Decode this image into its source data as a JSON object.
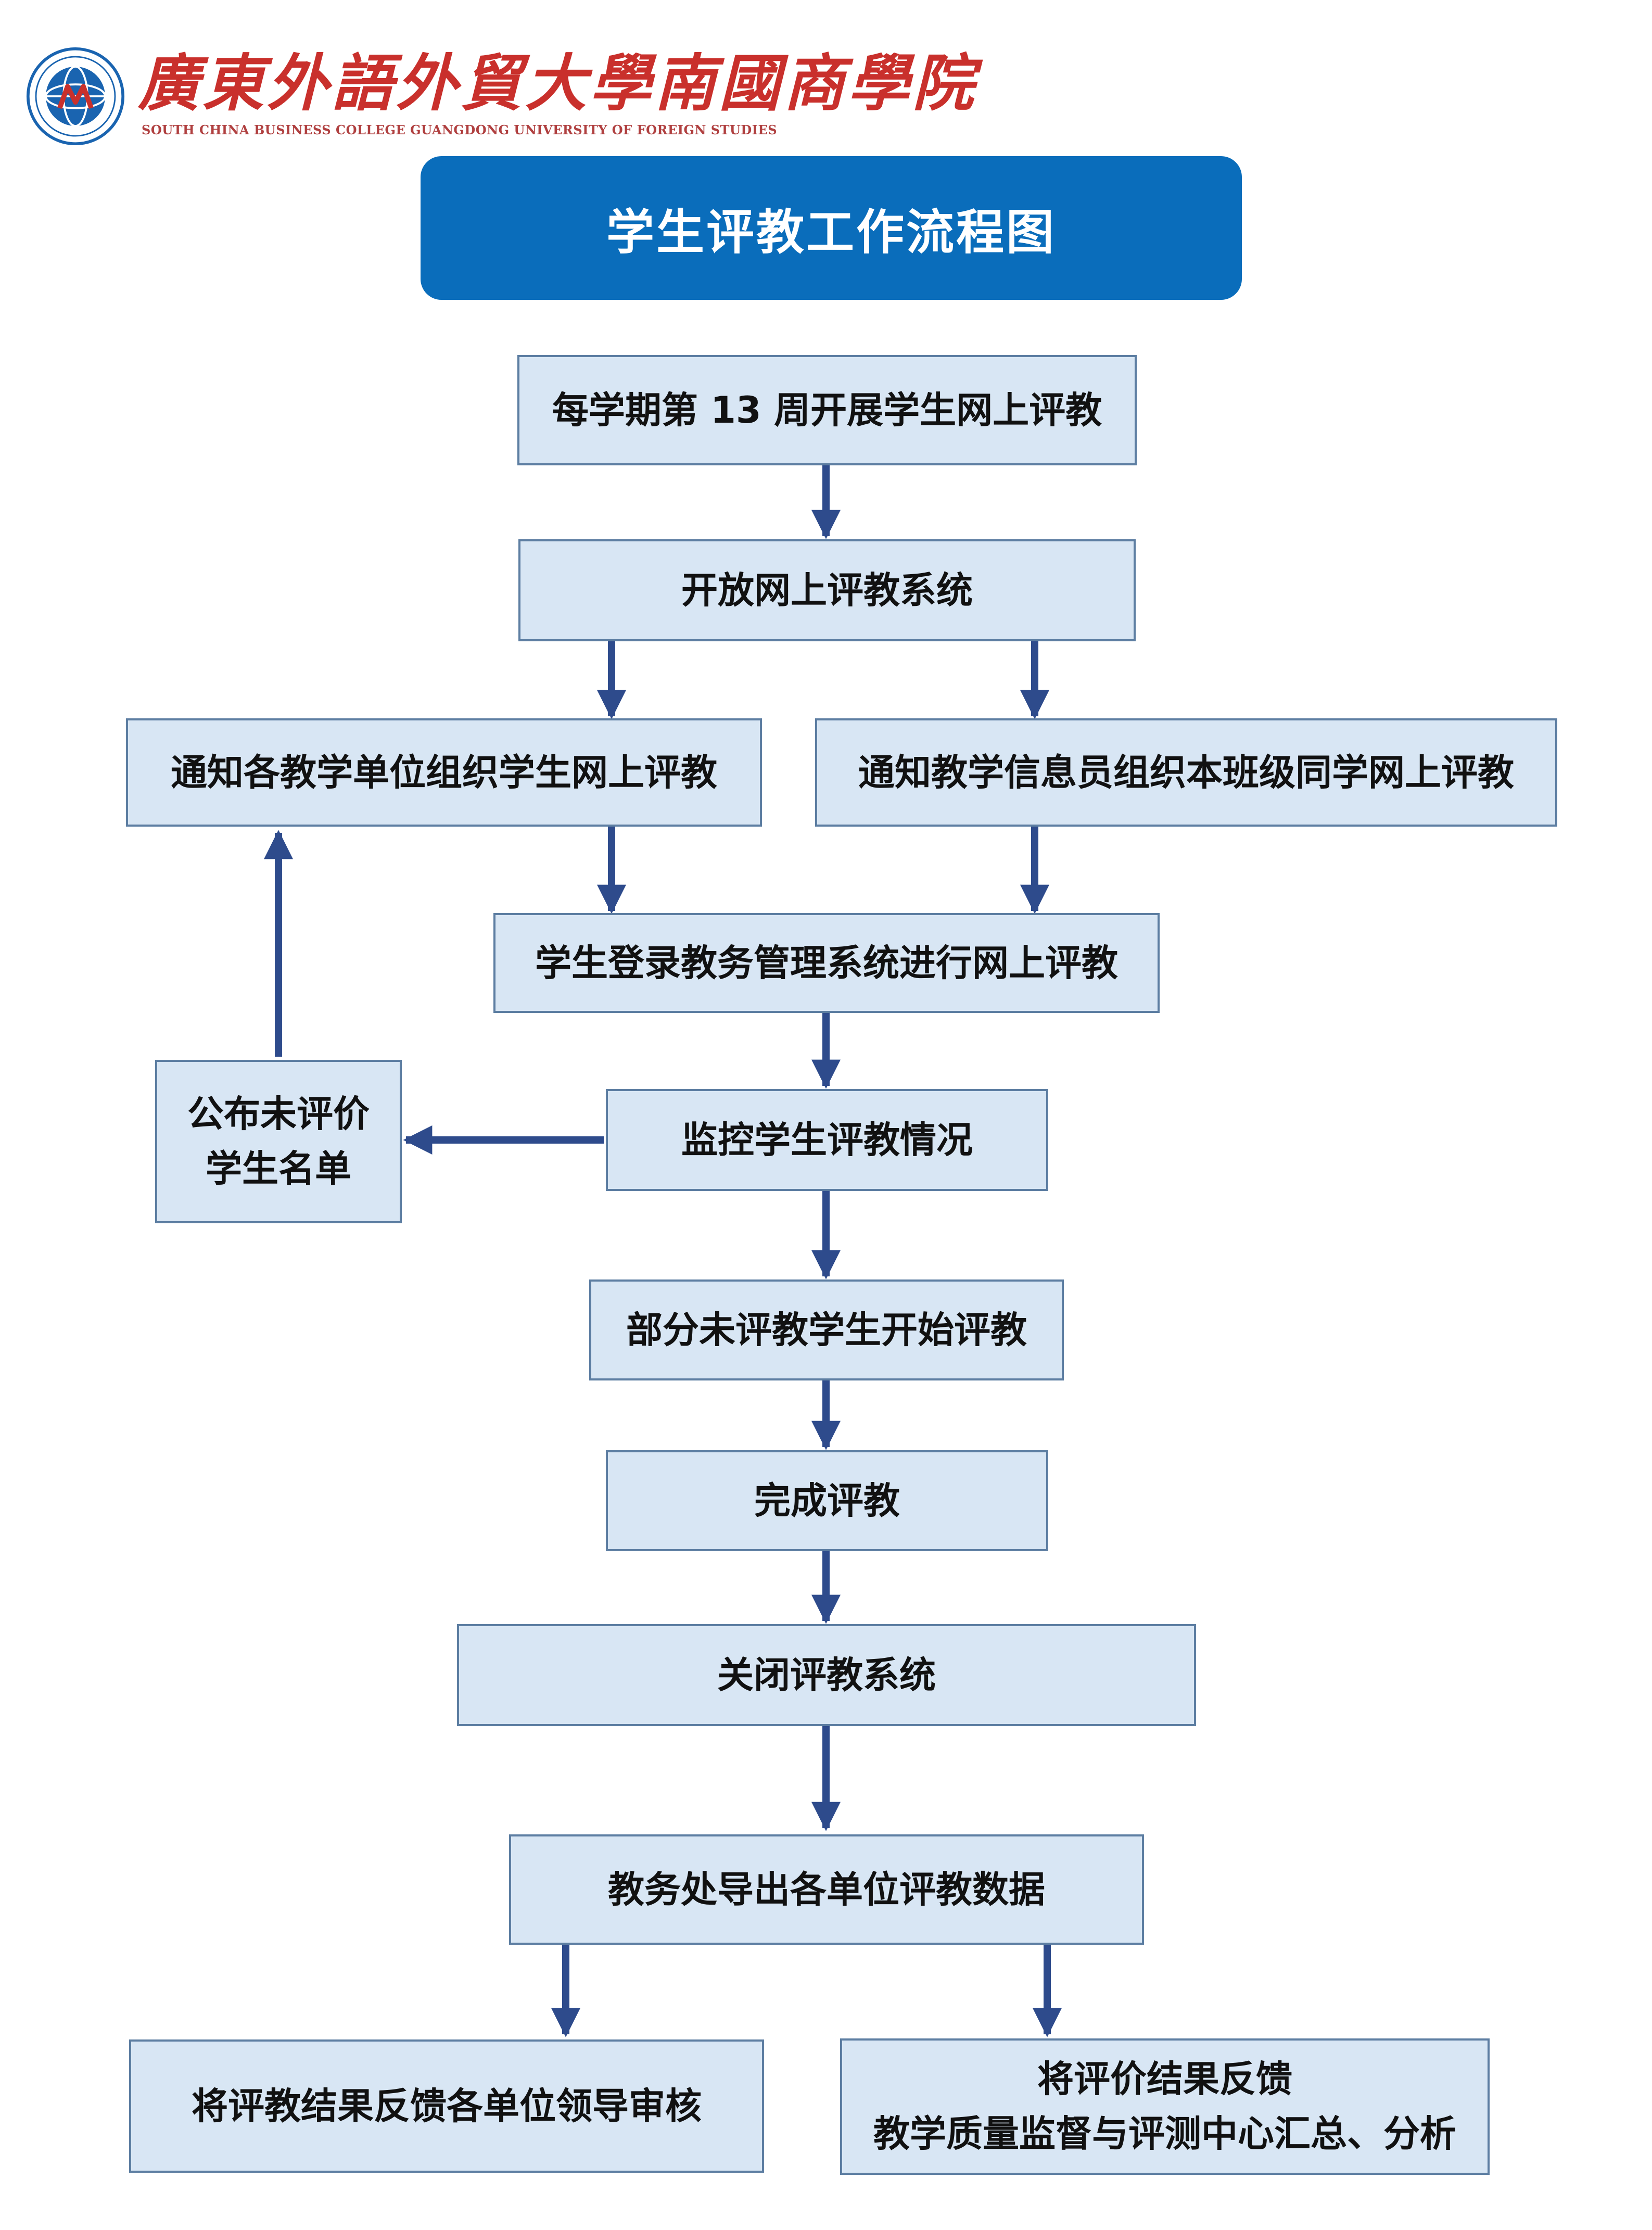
{
  "logo": {
    "emblem": "university-emblem-icon",
    "name_cn": "廣東外語外貿大學南國商學院",
    "name_en": "SOUTH CHINA BUSINESS COLLEGE GUANGDONG UNIVERSITY OF FOREIGN STUDIES"
  },
  "title": "学生评教工作流程图",
  "colors": {
    "title_bg": "#0a6dbb",
    "node_bg": "#d8e6f4",
    "node_border": "#5d7ea2",
    "arrow": "#2e4b8c",
    "logo_red": "#c9302c"
  },
  "nodes": {
    "start": "每学期第 13 周开展学生网上评教",
    "open": "开放网上评教系统",
    "notify_units": "通知各教学单位组织学生网上评教",
    "notify_info": "通知教学信息员组织本班级同学网上评教",
    "login": "学生登录教务管理系统进行网上评教",
    "publish_line1": "公布未评价",
    "publish_line2": "学生名单",
    "monitor": "监控学生评教情况",
    "partial": "部分未评教学生开始评教",
    "complete": "完成评教",
    "close": "关闭评教系统",
    "export": "教务处导出各单位评教数据",
    "feedback_units": "将评教结果反馈各单位领导审核",
    "feedback_center_line1": "将评价结果反馈",
    "feedback_center_line2": "教学质量监督与评测中心汇总、分析"
  }
}
